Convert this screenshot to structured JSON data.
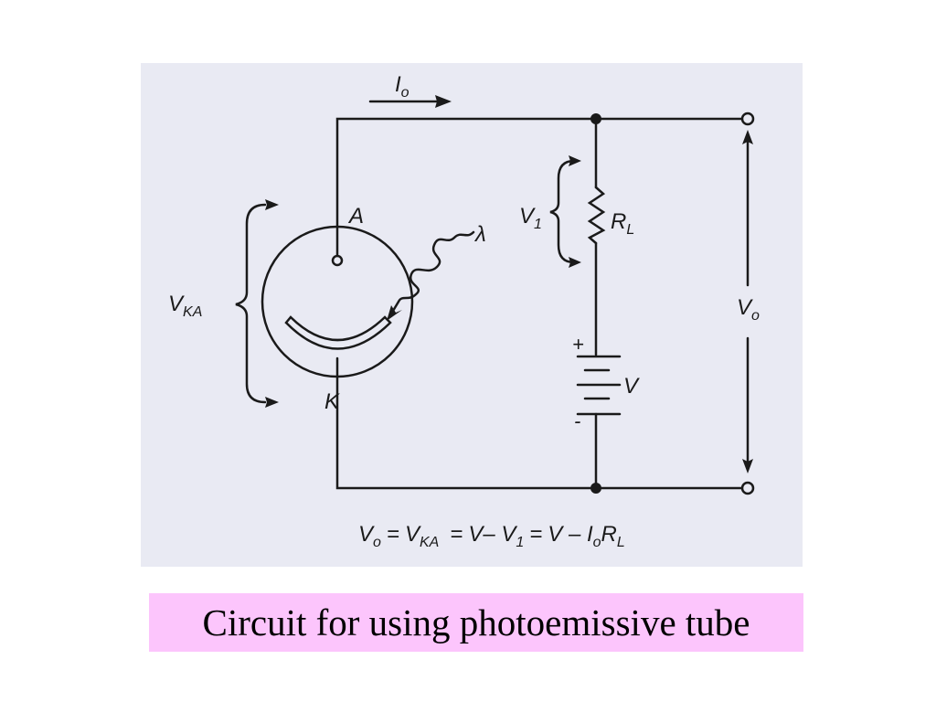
{
  "diagram": {
    "labels": {
      "current_main": "I",
      "current_sub": "o",
      "anode": "A",
      "cathode": "K",
      "wavelength": "λ",
      "v1_main": "V",
      "v1_sub": "1",
      "rl_main": "R",
      "rl_sub": "L",
      "vka_main": "V",
      "vka_sub": "KA",
      "vo_main": "V",
      "vo_sub": "o",
      "battery": "V",
      "plus": "+",
      "minus": "-"
    },
    "equation": {
      "vo_main": "V",
      "vo_sub": "o",
      "eq1": "=",
      "vka_main": "V",
      "vka_sub": "KA",
      "eq2": "=",
      "part3": "V– V",
      "v1_sub": "1",
      "eq3": "=",
      "part4": "V – I",
      "io_sub": "o",
      "r_main": "R",
      "rl_sub": "L"
    }
  },
  "caption": "Circuit for using photoemissive tube"
}
